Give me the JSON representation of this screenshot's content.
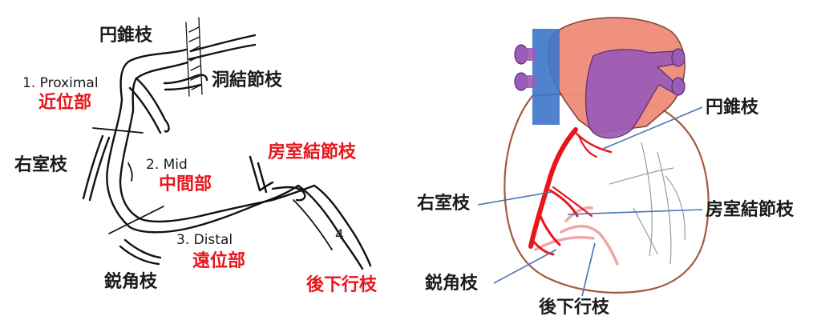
{
  "left_diagram": {
    "labels": {
      "conus": "円錐枝",
      "sinus_node": "洞結節枝",
      "proximal_en": "1. Proximal",
      "proximal_jp": "近位部",
      "rv_branch": "右室枝",
      "mid_en": "2. Mid",
      "mid_jp": "中間部",
      "av_node": "房室結節枝",
      "distal_en": "3. Distal",
      "distal_jp": "遠位部",
      "segment4": "4",
      "acute_marginal": "鋭角枝",
      "posterior_descending": "後下行枝"
    },
    "highlight_color": "#e8151b"
  },
  "right_diagram": {
    "labels": {
      "conus": "円錐枝",
      "rv_branch": "右室枝",
      "av_node": "房室結節枝",
      "acute_marginal": "鋭角枝",
      "posterior_descending": "後下行枝"
    },
    "colors": {
      "aorta": "#f08c79",
      "pulmonary_artery": "#9b5bb8",
      "vena_cava": "#3d76c9",
      "coronary_artery": "#e8151b",
      "posterior_vessel": "#f0a6a8",
      "leader_line": "#4a72b8"
    }
  }
}
